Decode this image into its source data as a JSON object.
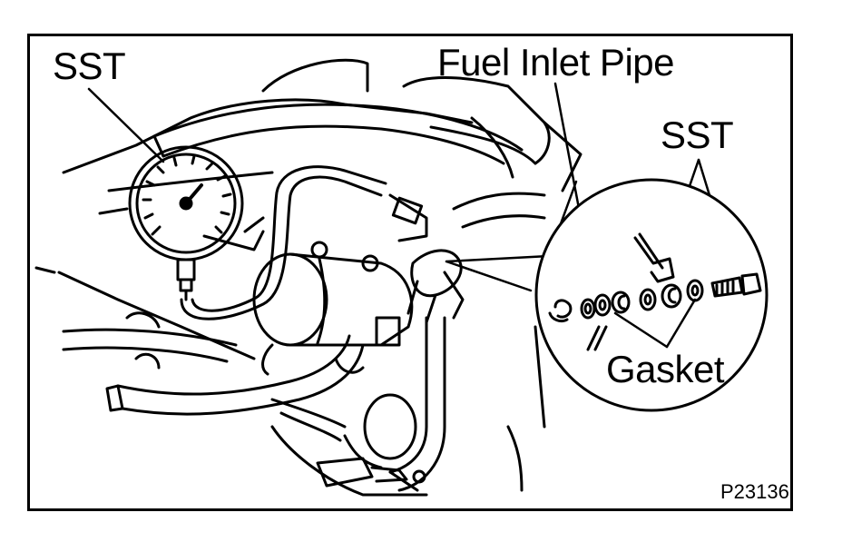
{
  "labels": {
    "sst_left": "SST",
    "fuel_inlet_pipe": "Fuel Inlet Pipe",
    "sst_right": "SST",
    "gasket": "Gasket"
  },
  "figure_code": "P23136",
  "colors": {
    "ink": "#000000",
    "paper": "#ffffff"
  }
}
